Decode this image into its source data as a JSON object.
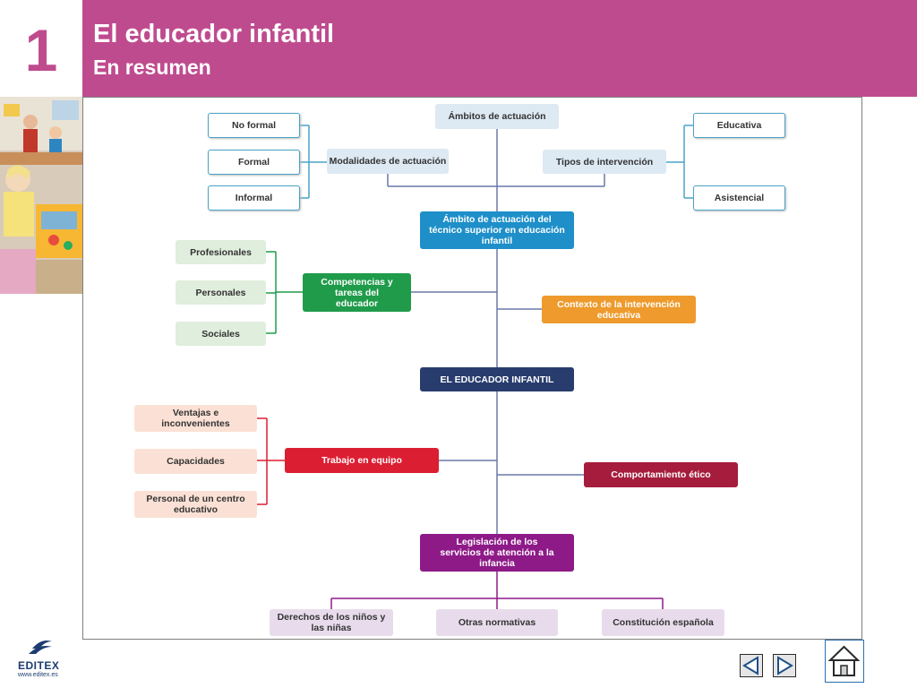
{
  "header": {
    "chapter_number": "1",
    "title": "El educador infantil",
    "subtitle": "En resumen"
  },
  "diagram": {
    "ambitos": "Ámbitos de actuación",
    "modalidades": "Modalidades de actuación",
    "no_formal": "No formal",
    "formal": "Formal",
    "informal": "Informal",
    "tipos": "Tipos de intervención",
    "educativa": "Educativa",
    "asistencial": "Asistencial",
    "ambito_tecnico": "Ámbito de actuación del técnico superior en educación infantil",
    "competencias": "Competencias y tareas del educador",
    "profesionales": "Profesionales",
    "personales": "Personales",
    "sociales": "Sociales",
    "contexto": "Contexto de la intervención educativa",
    "educador": "EL EDUCADOR INFANTIL",
    "trabajo": "Trabajo en equipo",
    "ventajas": "Ventajas e inconvenientes",
    "capacidades": "Capacidades",
    "personal_centro": "Personal de un centro educativo",
    "comportamiento": "Comportamiento ético",
    "legislacion": "Legislación de los servicios de atención a la infancia",
    "derechos": "Derechos de los niños y las niñas",
    "otras": "Otras normativas",
    "constitucion": "Constitución española"
  },
  "footer": {
    "brand": "EDITEX",
    "url": "www.editex.es",
    "prev_icon": "triangle-left-icon",
    "next_icon": "triangle-right-icon",
    "home_icon": "house-icon"
  },
  "colors": {
    "header": "#bf4b8f",
    "blue": "#1e8fc9",
    "green": "#1f9b4a",
    "orange": "#ee9a2c",
    "navy": "#283d6e",
    "red": "#dc1e32",
    "maroon": "#a51c3c",
    "purple": "#8e1a88"
  }
}
